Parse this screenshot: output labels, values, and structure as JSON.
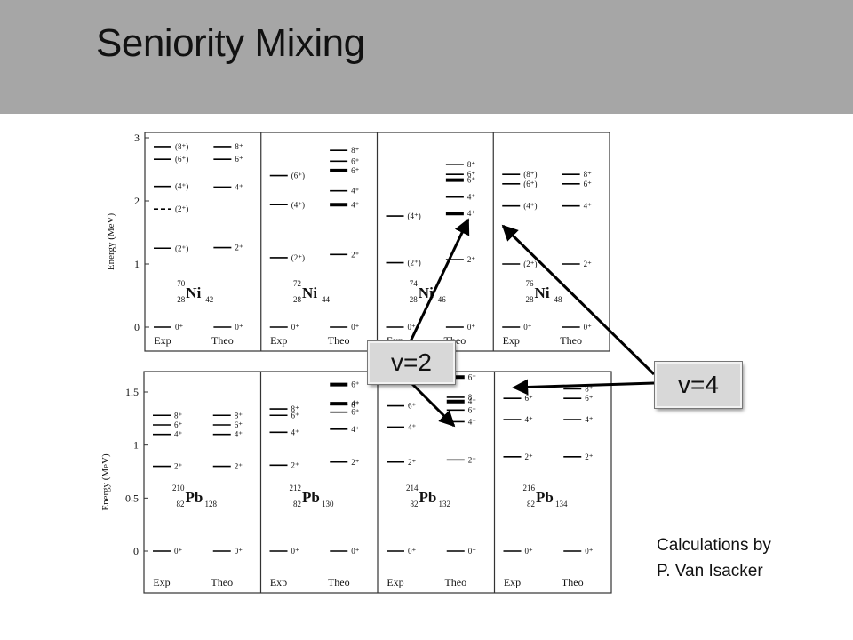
{
  "slide": {
    "title": "Seniority Mixing",
    "credit_line1": "Calculations by",
    "credit_line2": "P. Van Isacker"
  },
  "callouts": {
    "v2": "v=2",
    "v4": "v=4"
  },
  "ni": {
    "ylabel": "Energy (MeV)",
    "yticks": [
      "0",
      "1",
      "2",
      "3"
    ],
    "ymax": 3,
    "panels": [
      {
        "A": "70",
        "Z": "28",
        "sym": "Ni",
        "N": "42",
        "exp_label": "Exp",
        "theo_label": "Theo",
        "exp": [
          {
            "e": 0,
            "l": "0⁺"
          },
          {
            "e": 1.25,
            "l": "(2⁺)"
          },
          {
            "e": 1.87,
            "l": "(2⁺)",
            "dashed": true
          },
          {
            "e": 2.23,
            "l": "(4⁺)"
          },
          {
            "e": 2.66,
            "l": "(6⁺)"
          },
          {
            "e": 2.86,
            "l": "(8⁺)"
          }
        ],
        "theo": [
          {
            "e": 0,
            "l": "0⁺"
          },
          {
            "e": 1.26,
            "l": "2⁺"
          },
          {
            "e": 2.22,
            "l": "4⁺"
          },
          {
            "e": 2.66,
            "l": "6⁺"
          },
          {
            "e": 2.86,
            "l": "8⁺"
          }
        ]
      },
      {
        "A": "72",
        "Z": "28",
        "sym": "Ni",
        "N": "44",
        "exp_label": "Exp",
        "theo_label": "Theo",
        "exp": [
          {
            "e": 0,
            "l": "0⁺"
          },
          {
            "e": 1.1,
            "l": "(2⁺)"
          },
          {
            "e": 1.94,
            "l": "(4⁺)"
          },
          {
            "e": 2.4,
            "l": "(6⁺)"
          }
        ],
        "theo": [
          {
            "e": 0,
            "l": "0⁺"
          },
          {
            "e": 1.15,
            "l": "2⁺"
          },
          {
            "e": 1.94,
            "l": "4⁺",
            "bold": true
          },
          {
            "e": 2.16,
            "l": "4⁺"
          },
          {
            "e": 2.48,
            "l": "6⁺",
            "bold": true
          },
          {
            "e": 2.63,
            "l": "6⁺"
          },
          {
            "e": 2.8,
            "l": "8⁺"
          }
        ]
      },
      {
        "A": "74",
        "Z": "28",
        "sym": "Ni",
        "N": "46",
        "exp_label": "Exp",
        "theo_label": "Theo",
        "exp": [
          {
            "e": 0,
            "l": "0⁺"
          },
          {
            "e": 1.02,
            "l": "(2⁺)"
          },
          {
            "e": 1.76,
            "l": "(4⁺)"
          }
        ],
        "theo": [
          {
            "e": 0,
            "l": "0⁺"
          },
          {
            "e": 1.07,
            "l": "2⁺"
          },
          {
            "e": 1.8,
            "l": "4⁺",
            "bold": true
          },
          {
            "e": 2.06,
            "l": "4⁺"
          },
          {
            "e": 2.33,
            "l": "6⁺",
            "bold": true
          },
          {
            "e": 2.42,
            "l": "6⁺"
          },
          {
            "e": 2.58,
            "l": "8⁺"
          }
        ]
      },
      {
        "A": "76",
        "Z": "28",
        "sym": "Ni",
        "N": "48",
        "exp_label": "Exp",
        "theo_label": "Theo",
        "exp": [
          {
            "e": 0,
            "l": "0⁺"
          },
          {
            "e": 1.0,
            "l": "(2⁺)"
          },
          {
            "e": 1.92,
            "l": "(4⁺)"
          },
          {
            "e": 2.27,
            "l": "(6⁺)"
          },
          {
            "e": 2.42,
            "l": "(8⁺)"
          }
        ],
        "theo": [
          {
            "e": 0,
            "l": "0⁺"
          },
          {
            "e": 1.0,
            "l": "2⁺"
          },
          {
            "e": 1.92,
            "l": "4⁺"
          },
          {
            "e": 2.27,
            "l": "6⁺"
          },
          {
            "e": 2.42,
            "l": "8⁺"
          }
        ]
      }
    ]
  },
  "pb": {
    "ylabel": "Energy (MeV)",
    "yticks": [
      "0",
      "0.5",
      "1",
      "1.5"
    ],
    "ymax": 1.5,
    "panels": [
      {
        "A": "210",
        "Z": "82",
        "sym": "Pb",
        "N": "128",
        "exp_label": "Exp",
        "theo_label": "Theo",
        "exp": [
          {
            "e": 0,
            "l": "0⁺"
          },
          {
            "e": 0.8,
            "l": "2⁺"
          },
          {
            "e": 1.1,
            "l": "4⁺"
          },
          {
            "e": 1.19,
            "l": "6⁺"
          },
          {
            "e": 1.28,
            "l": "8⁺"
          }
        ],
        "theo": [
          {
            "e": 0,
            "l": "0⁺"
          },
          {
            "e": 0.8,
            "l": "2⁺"
          },
          {
            "e": 1.1,
            "l": "4⁺"
          },
          {
            "e": 1.19,
            "l": "6⁺"
          },
          {
            "e": 1.28,
            "l": "8⁺"
          }
        ]
      },
      {
        "A": "212",
        "Z": "82",
        "sym": "Pb",
        "N": "130",
        "exp_label": "Exp",
        "theo_label": "Theo",
        "exp": [
          {
            "e": 0,
            "l": "0⁺"
          },
          {
            "e": 0.81,
            "l": "2⁺"
          },
          {
            "e": 1.12,
            "l": "4⁺"
          },
          {
            "e": 1.28,
            "l": "6⁺"
          },
          {
            "e": 1.34,
            "l": "8⁺"
          }
        ],
        "theo": [
          {
            "e": 0,
            "l": "0⁺"
          },
          {
            "e": 0.84,
            "l": "2⁺"
          },
          {
            "e": 1.15,
            "l": "4⁺"
          },
          {
            "e": 1.31,
            "l": "6⁺"
          },
          {
            "e": 1.38,
            "l": "8⁺"
          },
          {
            "e": 1.57,
            "l": "6⁺",
            "bold": true
          },
          {
            "e": 1.39,
            "l": "4⁺",
            "bold": true
          }
        ]
      },
      {
        "A": "214",
        "Z": "82",
        "sym": "Pb",
        "N": "132",
        "exp_label": "Exp",
        "theo_label": "Theo",
        "exp": [
          {
            "e": 0,
            "l": "0⁺"
          },
          {
            "e": 0.84,
            "l": "2⁺"
          },
          {
            "e": 1.17,
            "l": "4⁺"
          },
          {
            "e": 1.37,
            "l": "6⁺"
          }
        ],
        "theo": [
          {
            "e": 0,
            "l": "0⁺"
          },
          {
            "e": 0.86,
            "l": "2⁺"
          },
          {
            "e": 1.22,
            "l": "4⁺"
          },
          {
            "e": 1.33,
            "l": "6⁺"
          },
          {
            "e": 1.45,
            "l": "8⁺"
          },
          {
            "e": 1.41,
            "l": "4⁺",
            "bold": true
          },
          {
            "e": 1.64,
            "l": "6⁺",
            "bold": true
          }
        ]
      },
      {
        "A": "216",
        "Z": "82",
        "sym": "Pb",
        "N": "134",
        "exp_label": "Exp",
        "theo_label": "Theo",
        "exp": [
          {
            "e": 0,
            "l": "0⁺"
          },
          {
            "e": 0.89,
            "l": "2⁺"
          },
          {
            "e": 1.24,
            "l": "4⁺"
          },
          {
            "e": 1.44,
            "l": "6⁺"
          }
        ],
        "theo": [
          {
            "e": 0,
            "l": "0⁺"
          },
          {
            "e": 0.89,
            "l": "2⁺"
          },
          {
            "e": 1.24,
            "l": "4⁺"
          },
          {
            "e": 1.44,
            "l": "6⁺"
          },
          {
            "e": 1.53,
            "l": "8⁺"
          }
        ]
      }
    ]
  }
}
